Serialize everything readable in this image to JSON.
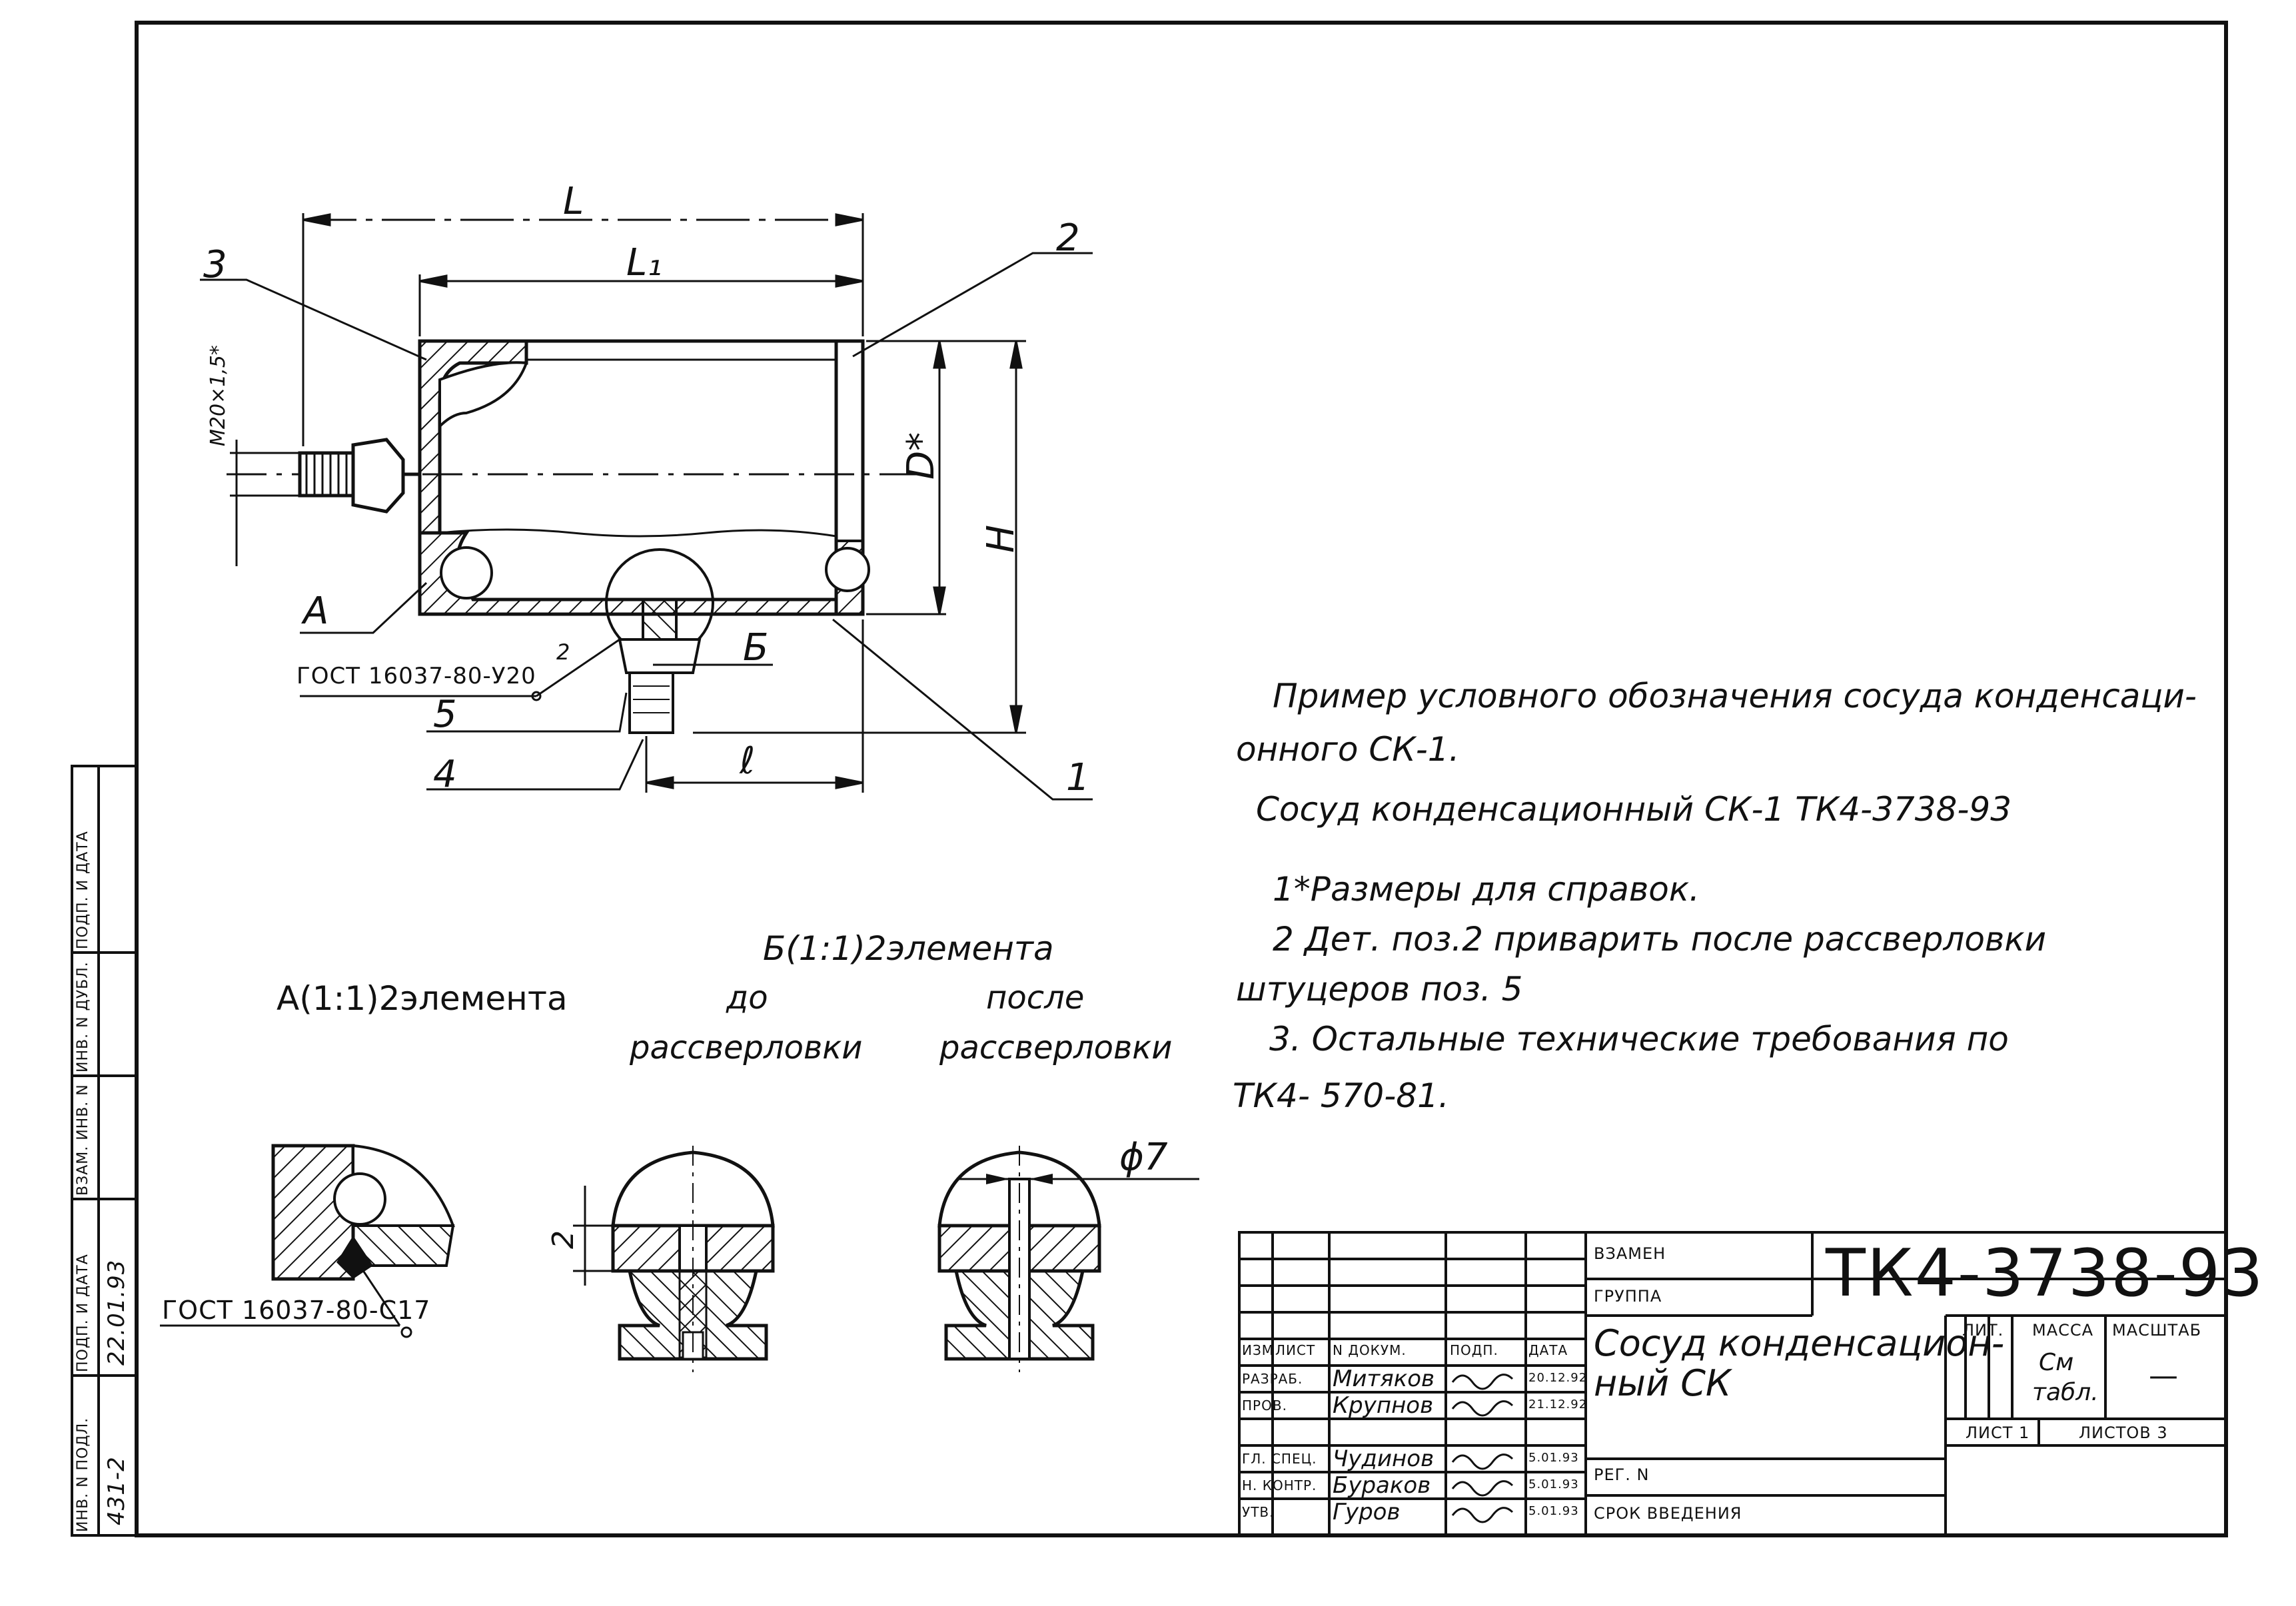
{
  "drawing": {
    "dimensions": {
      "L": "L",
      "L1": "L₁",
      "D": "D*",
      "H": "H",
      "l": "ℓ",
      "thread": "M20×1,5*",
      "phi7": "ϕ7",
      "two": "2"
    },
    "callouts": {
      "p1": "1",
      "p2": "2",
      "p3": "3",
      "p4": "4",
      "p5": "5",
      "pA": "A",
      "pB": "Б",
      "weld_small": "2",
      "weld_main": "ГОСТ 16037-80-У20",
      "weld_detail": "ГОСТ 16037-80-С17"
    },
    "views": {
      "detail_a": "A(1:1)2элемента",
      "detail_b": "Б(1:1)2элемента",
      "before_1": "до",
      "before_2": "рассверловки",
      "after_1": "после",
      "after_2": "рассверловки"
    }
  },
  "notes": {
    "example_1": "Пример условного обозначения сосуда конденсаци-",
    "example_2": "онного СК-1.",
    "designation": "Сосуд конденсационный СК-1  ТК4-3738-93",
    "note1": "1*Размеры для справок.",
    "note2a": "2 Дет. поз.2 приварить после рассверловки",
    "note2b": "штуцеров поз. 5",
    "note3a": "3. Остальные технические требования по",
    "note3b": "ТК4- 570-81."
  },
  "sidebar": {
    "inv_podl": "ИНВ. N ПОДЛ.",
    "podp_data": "ПОДП. И ДАТА",
    "vzam_inv": "ВЗАМ. ИНВ. N",
    "inv_dubl": "ИНВ. N ДУБЛ.",
    "podp_data2": "ПОДП. И ДАТА",
    "inv_value": "431-2",
    "date_value": "22.01.93"
  },
  "title_block": {
    "vzamen": "ВЗАМЕН",
    "gruppa": "ГРУППА",
    "doc_number": "ТК4-3738-93",
    "title_1": "Сосуд конденсацион-",
    "title_2": "ный СК",
    "lit": "ЛИТ.",
    "massa": "МАССА",
    "masshtab": "МАСШТАБ",
    "massa_value_1": "См",
    "massa_value_2": "табл.",
    "masshtab_value": "—",
    "list": "ЛИСТ 1",
    "listov": "ЛИСТОВ 3",
    "reg": "РЕГ. N",
    "srok": "СРОК ВВЕДЕНИЯ",
    "header": [
      "ИЗМ",
      "ЛИСТ",
      "N ДОКУМ.",
      "ПОДП.",
      "ДАТА"
    ],
    "rows": [
      {
        "role": "РАЗРАБ.",
        "name": "Митяков",
        "date": "20.12.92"
      },
      {
        "role": "ПРОВ.",
        "name": "Крупнов",
        "date": "21.12.92"
      },
      {
        "role": "ГЛ. СПЕЦ.",
        "name": "Чудинов",
        "date": "5.01.93"
      },
      {
        "role": "Н. КОНТР.",
        "name": "Бураков",
        "date": "5.01.93"
      },
      {
        "role": "УТВ.",
        "name": "Гуров",
        "date": "5.01.93"
      }
    ]
  }
}
